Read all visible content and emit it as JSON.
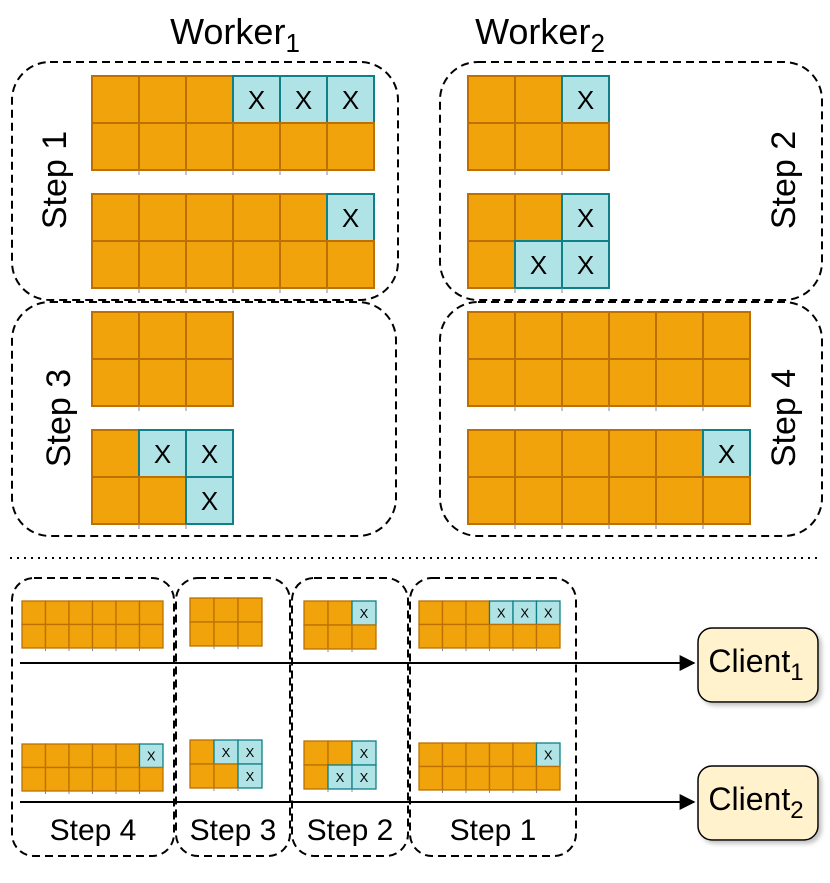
{
  "workers": [
    {
      "name": "Worker",
      "sub": "1"
    },
    {
      "name": "Worker",
      "sub": "2"
    }
  ],
  "steps": {
    "s1": "Step 1",
    "s2": "Step 2",
    "s3": "Step 3",
    "s4": "Step 4"
  },
  "clients": [
    {
      "name": "Client",
      "sub": "1"
    },
    {
      "name": "Client",
      "sub": "2"
    }
  ],
  "mark": "X",
  "colors": {
    "tile_fill": "#F0A30A",
    "tile_border": "#BD7000",
    "marked_fill": "#B0E3E6",
    "marked_border": "#0E8088",
    "client_fill": "#FFF2CC",
    "client_border": "#000000"
  },
  "grids": [
    {
      "id": "w1s1a",
      "cols": 6,
      "rows": 2,
      "marked": [
        [
          0,
          3
        ],
        [
          0,
          4
        ],
        [
          0,
          5
        ]
      ]
    },
    {
      "id": "w1s1b",
      "cols": 6,
      "rows": 2,
      "marked": [
        [
          0,
          5
        ]
      ]
    },
    {
      "id": "w2s2a",
      "cols": 3,
      "rows": 2,
      "marked": [
        [
          0,
          2
        ]
      ]
    },
    {
      "id": "w2s2b",
      "cols": 3,
      "rows": 2,
      "marked": [
        [
          0,
          2
        ],
        [
          1,
          1
        ],
        [
          1,
          2
        ]
      ]
    },
    {
      "id": "w1s3a",
      "cols": 3,
      "rows": 2,
      "marked": []
    },
    {
      "id": "w1s3b",
      "cols": 3,
      "rows": 2,
      "marked": [
        [
          0,
          1
        ],
        [
          0,
          2
        ],
        [
          1,
          2
        ]
      ]
    },
    {
      "id": "w2s4a",
      "cols": 6,
      "rows": 2,
      "marked": []
    },
    {
      "id": "w2s4b",
      "cols": 6,
      "rows": 2,
      "marked": [
        [
          0,
          5
        ]
      ]
    },
    {
      "id": "c1s4",
      "cols": 6,
      "rows": 2,
      "marked": []
    },
    {
      "id": "c1s3",
      "cols": 3,
      "rows": 2,
      "marked": []
    },
    {
      "id": "c1s2",
      "cols": 3,
      "rows": 2,
      "marked": [
        [
          0,
          2
        ]
      ]
    },
    {
      "id": "c1s1",
      "cols": 6,
      "rows": 2,
      "marked": [
        [
          0,
          3
        ],
        [
          0,
          4
        ],
        [
          0,
          5
        ]
      ]
    },
    {
      "id": "c2s4",
      "cols": 6,
      "rows": 2,
      "marked": [
        [
          0,
          5
        ]
      ]
    },
    {
      "id": "c2s3",
      "cols": 3,
      "rows": 2,
      "marked": [
        [
          0,
          1
        ],
        [
          0,
          2
        ],
        [
          1,
          2
        ]
      ]
    },
    {
      "id": "c2s2",
      "cols": 3,
      "rows": 2,
      "marked": [
        [
          0,
          2
        ],
        [
          1,
          1
        ],
        [
          1,
          2
        ]
      ]
    },
    {
      "id": "c2s1",
      "cols": 6,
      "rows": 2,
      "marked": [
        [
          0,
          5
        ]
      ]
    }
  ]
}
